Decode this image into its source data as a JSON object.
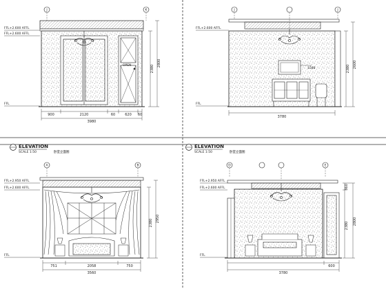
{
  "quadrants": [
    {
      "id": "tl",
      "grid_markers": [
        "J",
        "K"
      ],
      "level_labels": [
        "FFL+2.600 AFFL",
        "FFL+2.600 AFFL",
        "FFL"
      ],
      "door_label": "OPEN",
      "dim_bottom": [
        "900",
        "2120",
        "60",
        "620",
        "60"
      ],
      "dim_total": "3980",
      "dim_side": [
        "2380",
        "2800"
      ]
    },
    {
      "id": "tr",
      "grid_markers": [
        "J",
        "J"
      ],
      "level_labels": [
        "FFL+2.600 AFFL",
        "FFL"
      ],
      "dim_bottom_total": "3780",
      "dim_side": [
        "2380",
        "2600"
      ],
      "callout": "1580"
    },
    {
      "id": "bl",
      "title": "ELEVATION",
      "title_sub": "SCALE 1:50",
      "title_note": "卧室立面图",
      "grid_markers": [
        "A",
        "B"
      ],
      "level_labels": [
        "FFL+2.950 AFFL",
        "FFL+2.600 AFFL",
        "FFL"
      ],
      "dim_bottom": [
        "751",
        "2058",
        "750"
      ],
      "dim_total": "3560",
      "dim_side": [
        "2380",
        "2950"
      ]
    },
    {
      "id": "br",
      "title": "ELEVATION",
      "title_sub": "SCALE 1:50",
      "title_note": "卧室立面图",
      "grid_markers": [
        "D",
        "E"
      ],
      "level_labels": [
        "FFL+2.950 AFFL",
        "FFL+2.600 AFFL",
        "FFL"
      ],
      "dim_bottom": [
        "600"
      ],
      "dim_total": "3780",
      "dim_side": [
        "2380",
        "2800",
        "360"
      ]
    }
  ]
}
